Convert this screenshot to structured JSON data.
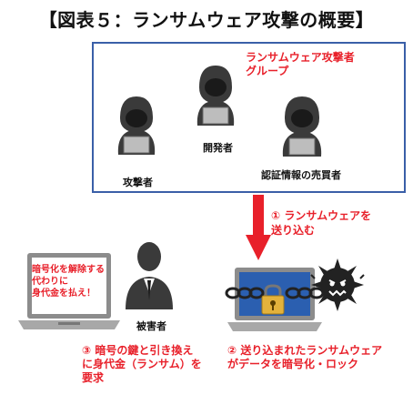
{
  "title": "【図表５：ランサムウェア攻撃の概要】",
  "group_label": "ランサムウェア攻撃者\nグループ",
  "actors": {
    "attacker": "攻撃者",
    "developer": "開発者",
    "credential_seller": "認証情報の売買者",
    "victim": "被害者"
  },
  "steps": {
    "step1": "①  ランサムウェアを\n送り込む",
    "step2": "②  送り込まれたランサムウェア\nがデータを暗号化・ロック",
    "step3": "③  暗号の鍵と引き換え\nに身代金（ランサム）を\n要求"
  },
  "ransom_note": "暗号化を解除する代わりに\n身代金を払え！",
  "colors": {
    "accent_red": "#e8202a",
    "box_border": "#3a5fa8",
    "figure_dark": "#3a3a3a",
    "laptop_gray": "#888888",
    "screen_blue": "#2b5fb0"
  },
  "icons": [
    "hooded-hacker-icon",
    "person-icon",
    "laptop-icon",
    "chain-icon",
    "padlock-icon",
    "virus-icon",
    "down-arrow-icon"
  ]
}
